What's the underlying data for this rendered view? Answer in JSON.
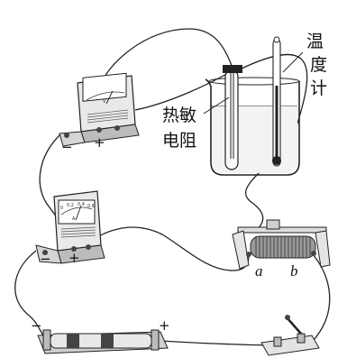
{
  "labels": {
    "thermometer_label": [
      "温",
      "度",
      "计"
    ],
    "thermistor_label": [
      "热敏",
      "电阻"
    ],
    "rheostat_a": "a",
    "rheostat_b": "b",
    "battery_minus": "−",
    "battery_plus": "+",
    "voltmeter_minus": "−",
    "voltmeter_plus": "+",
    "voltmeter_unit": "V",
    "ammeter_minus": "−",
    "ammeter_plus": "+",
    "ammeter_unit": "A",
    "ammeter_scale": [
      "0",
      "0.2",
      "0.4",
      "0.6"
    ]
  }
}
